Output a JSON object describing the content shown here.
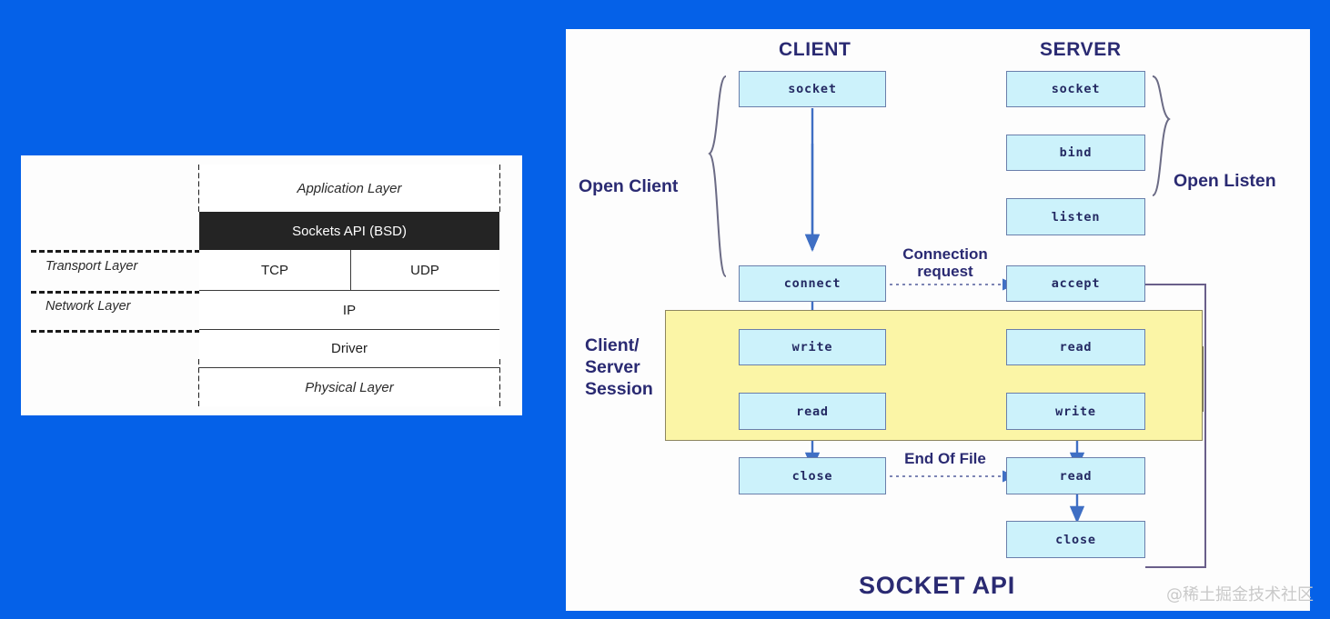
{
  "background_color": "#0561e8",
  "stack_diagram": {
    "name": "network-protocol-stack",
    "panel_bg": "#fdfdfd",
    "left_labels": [
      {
        "text": "Transport Layer"
      },
      {
        "text": "Network Layer"
      }
    ],
    "rows": [
      {
        "text": "Application Layer",
        "style": "italic"
      },
      {
        "text": "Sockets API (BSD)",
        "style": "dark"
      },
      {
        "text": "TCP",
        "style": "plain"
      },
      {
        "text": "UDP",
        "style": "plain"
      },
      {
        "text": "IP",
        "style": "plain"
      },
      {
        "text": "Driver",
        "style": "plain"
      },
      {
        "text": "Physical Layer",
        "style": "italic"
      }
    ]
  },
  "flow_diagram": {
    "name": "socket-api-flow",
    "panel_bg": "#fdfdfd",
    "node_fill": "#ccf2fb",
    "node_border": "#6a7fab",
    "session_fill": "#fbf5a6",
    "text_color": "#2a2a72",
    "title": "SOCKET API",
    "columns": [
      {
        "id": "client",
        "label": "CLIENT"
      },
      {
        "id": "server",
        "label": "SERVER"
      }
    ],
    "client_nodes": [
      {
        "id": "client-socket",
        "label": "socket"
      },
      {
        "id": "client-connect",
        "label": "connect"
      },
      {
        "id": "client-write",
        "label": "write"
      },
      {
        "id": "client-read",
        "label": "read"
      },
      {
        "id": "client-close",
        "label": "close"
      }
    ],
    "server_nodes": [
      {
        "id": "server-socket",
        "label": "socket"
      },
      {
        "id": "server-bind",
        "label": "bind"
      },
      {
        "id": "server-listen",
        "label": "listen"
      },
      {
        "id": "server-accept",
        "label": "accept"
      },
      {
        "id": "server-read-1",
        "label": "read"
      },
      {
        "id": "server-write",
        "label": "write"
      },
      {
        "id": "server-read-2",
        "label": "read"
      },
      {
        "id": "server-close",
        "label": "close"
      }
    ],
    "brace_labels": [
      {
        "id": "open-client",
        "text": "Open Client"
      },
      {
        "id": "open-listen",
        "text": "Open Listen"
      }
    ],
    "session_label": "Client/\nServer\nSession",
    "session_label_lines": [
      "Client/",
      "Server",
      "Session"
    ],
    "edge_labels": [
      {
        "id": "connection-request",
        "line1": "Connection",
        "line2": "request"
      },
      {
        "id": "end-of-file",
        "line1": "End Of File",
        "line2": ""
      }
    ]
  },
  "watermark": {
    "text": "@稀土掘金技术社区"
  }
}
